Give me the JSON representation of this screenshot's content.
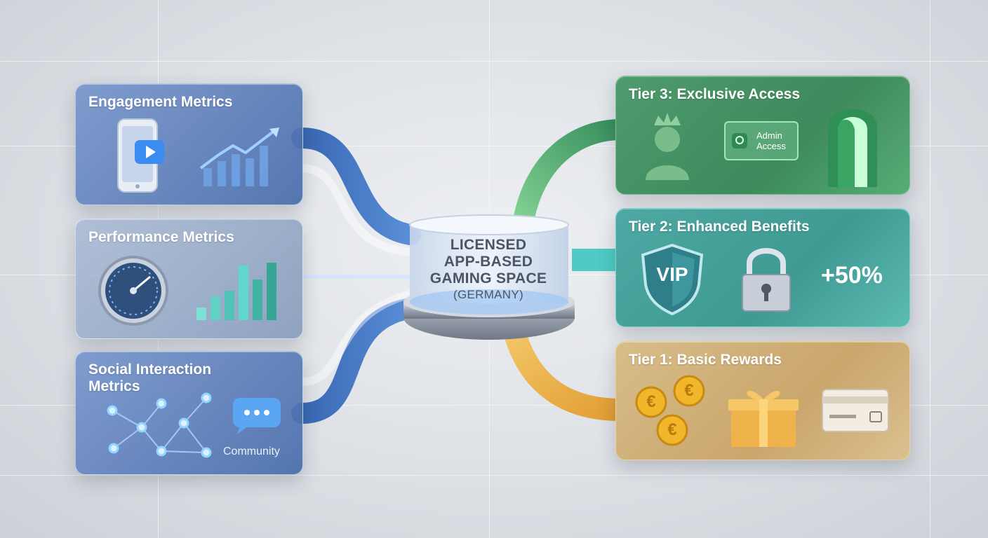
{
  "hub": {
    "line1": "LICENSED",
    "line2": "APP-BASED",
    "line3": "GAMING SPACE",
    "line4": "(GERMANY)"
  },
  "left_panels": [
    {
      "title": "Engagement Metrics"
    },
    {
      "title": "Performance Metrics"
    },
    {
      "title_line1": "Social Interaction",
      "title_line2": "Metrics",
      "label": "Community"
    }
  ],
  "right_panels": [
    {
      "title": "Tier 3: Exclusive Access",
      "badge_line1": "Admin",
      "badge_line2": "Access"
    },
    {
      "title": "Tier 2: Enhanced Benefits",
      "shield_label": "VIP",
      "value": "+50%"
    },
    {
      "title": "Tier 1: Basic Rewards",
      "coin_symbol": "€"
    }
  ],
  "colors": {
    "blue_flow": "#2f63b3",
    "green_tier": "#3e8a5c",
    "teal_tier": "#3f9a93",
    "gold_tier": "#e0a23a"
  }
}
